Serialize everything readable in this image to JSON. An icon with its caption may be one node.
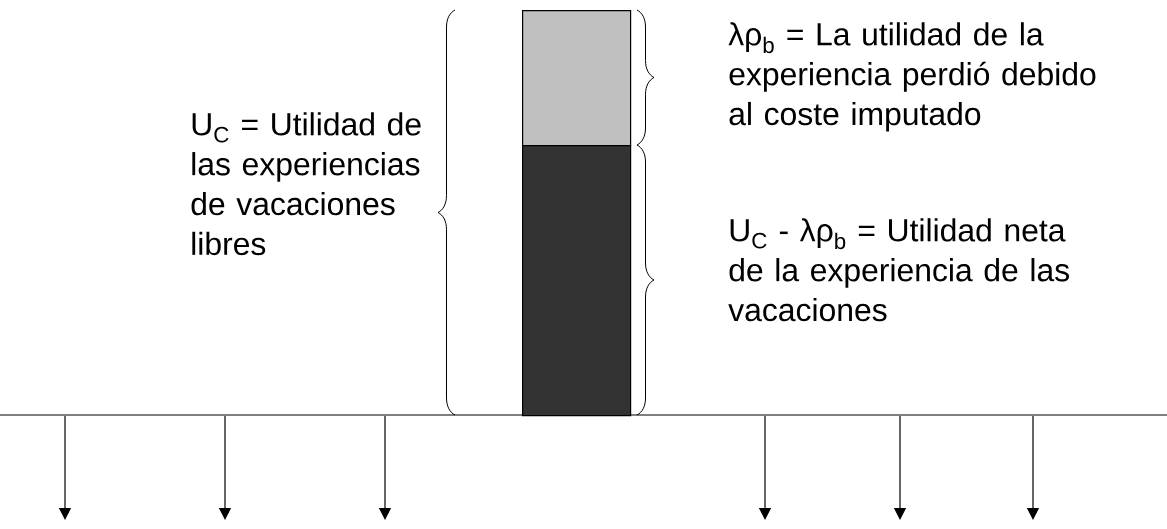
{
  "diagram": {
    "nodes": [
      {
        "text": [],
        "shape": "bar"
      },
      {
        "text": [],
        "shape": "bar"
      }
    ],
    "labels": [
      "U$_{C}$ = Utilidad de las experiencias de vacaciones libres",
      "λρ$_{b}$ = La utilidad de la experiencia perdió debido al coste imputado",
      "U$_{C}$ - λρ$_{b}$  = Utilidad neta de la experiencia de las vacaciones"
    ]
  }
}
